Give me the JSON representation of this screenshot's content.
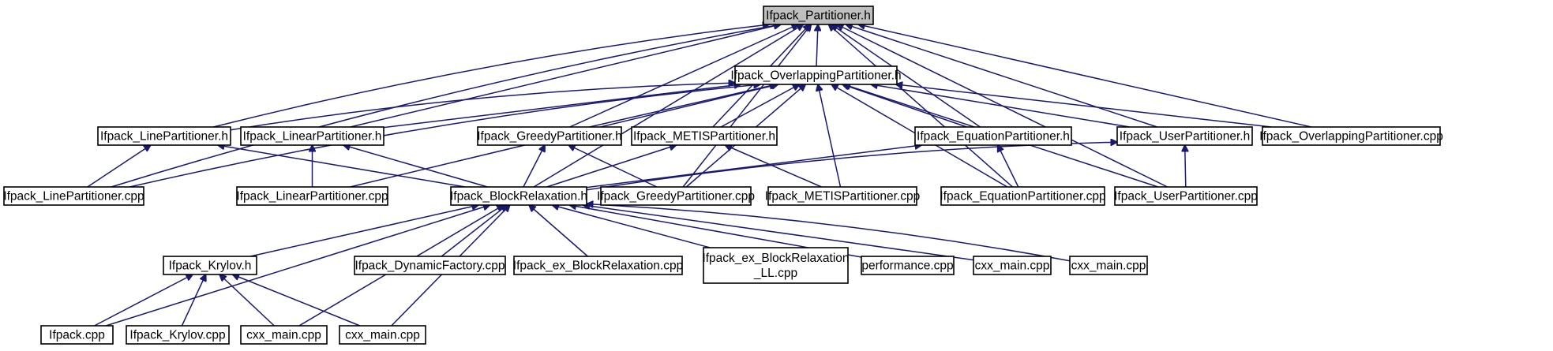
{
  "nodes": [
    {
      "id": "partitioner_h",
      "lines": [
        "Ifpack_Partitioner.h"
      ],
      "root": true
    },
    {
      "id": "overlapping_h",
      "lines": [
        "Ifpack_OverlappingPartitioner.h"
      ]
    },
    {
      "id": "line_h",
      "lines": [
        "Ifpack_LinePartitioner.h"
      ]
    },
    {
      "id": "linear_h",
      "lines": [
        "Ifpack_LinearPartitioner.h"
      ]
    },
    {
      "id": "greedy_h",
      "lines": [
        "Ifpack_GreedyPartitioner.h"
      ]
    },
    {
      "id": "metis_h",
      "lines": [
        "Ifpack_METISPartitioner.h"
      ]
    },
    {
      "id": "equation_h",
      "lines": [
        "Ifpack_EquationPartitioner.h"
      ]
    },
    {
      "id": "user_h",
      "lines": [
        "Ifpack_UserPartitioner.h"
      ]
    },
    {
      "id": "overlapping_cpp",
      "lines": [
        "Ifpack_OverlappingPartitioner.cpp"
      ]
    },
    {
      "id": "line_cpp",
      "lines": [
        "Ifpack_LinePartitioner.cpp"
      ]
    },
    {
      "id": "linear_cpp",
      "lines": [
        "Ifpack_LinearPartitioner.cpp"
      ]
    },
    {
      "id": "blockrelax_h",
      "lines": [
        "Ifpack_BlockRelaxation.h"
      ]
    },
    {
      "id": "greedy_cpp",
      "lines": [
        "Ifpack_GreedyPartitioner.cpp"
      ]
    },
    {
      "id": "metis_cpp",
      "lines": [
        "Ifpack_METISPartitioner.cpp"
      ]
    },
    {
      "id": "equation_cpp",
      "lines": [
        "Ifpack_EquationPartitioner.cpp"
      ]
    },
    {
      "id": "user_cpp",
      "lines": [
        "Ifpack_UserPartitioner.cpp"
      ]
    },
    {
      "id": "krylov_h",
      "lines": [
        "Ifpack_Krylov.h"
      ]
    },
    {
      "id": "dynfactory_cpp",
      "lines": [
        "Ifpack_DynamicFactory.cpp"
      ]
    },
    {
      "id": "ex_blockrelax_cpp",
      "lines": [
        "Ifpack_ex_BlockRelaxation.cpp"
      ]
    },
    {
      "id": "ex_blockrelax_ll_cpp",
      "lines": [
        "Ifpack_ex_BlockRelaxation",
        "_LL.cpp"
      ]
    },
    {
      "id": "performance_cpp",
      "lines": [
        "performance.cpp"
      ]
    },
    {
      "id": "cxx_main_a",
      "lines": [
        "cxx_main.cpp"
      ]
    },
    {
      "id": "cxx_main_b",
      "lines": [
        "cxx_main.cpp"
      ]
    },
    {
      "id": "ifpack_cpp",
      "lines": [
        "Ifpack.cpp"
      ]
    },
    {
      "id": "krylov_cpp",
      "lines": [
        "Ifpack_Krylov.cpp"
      ]
    },
    {
      "id": "cxx_main_c",
      "lines": [
        "cxx_main.cpp"
      ]
    },
    {
      "id": "cxx_main_d",
      "lines": [
        "cxx_main.cpp"
      ]
    }
  ],
  "edges": [
    [
      "overlapping_h",
      "partitioner_h"
    ],
    [
      "line_h",
      "partitioner_h"
    ],
    [
      "linear_h",
      "partitioner_h"
    ],
    [
      "greedy_h",
      "partitioner_h"
    ],
    [
      "metis_h",
      "partitioner_h"
    ],
    [
      "equation_h",
      "partitioner_h"
    ],
    [
      "user_h",
      "partitioner_h"
    ],
    [
      "overlapping_cpp",
      "partitioner_h"
    ],
    [
      "line_cpp",
      "partitioner_h"
    ],
    [
      "blockrelax_h",
      "partitioner_h"
    ],
    [
      "equation_cpp",
      "partitioner_h"
    ],
    [
      "user_cpp",
      "partitioner_h"
    ],
    [
      "greedy_cpp",
      "partitioner_h"
    ],
    [
      "line_h",
      "overlapping_h"
    ],
    [
      "linear_h",
      "overlapping_h"
    ],
    [
      "greedy_h",
      "overlapping_h"
    ],
    [
      "metis_h",
      "overlapping_h"
    ],
    [
      "equation_h",
      "overlapping_h"
    ],
    [
      "user_h",
      "overlapping_h"
    ],
    [
      "overlapping_cpp",
      "overlapping_h"
    ],
    [
      "line_cpp",
      "overlapping_h"
    ],
    [
      "linear_cpp",
      "overlapping_h"
    ],
    [
      "greedy_cpp",
      "overlapping_h"
    ],
    [
      "metis_cpp",
      "overlapping_h"
    ],
    [
      "equation_cpp",
      "overlapping_h"
    ],
    [
      "user_cpp",
      "overlapping_h"
    ],
    [
      "line_cpp",
      "line_h"
    ],
    [
      "blockrelax_h",
      "line_h"
    ],
    [
      "linear_cpp",
      "linear_h"
    ],
    [
      "blockrelax_h",
      "linear_h"
    ],
    [
      "blockrelax_h",
      "greedy_h"
    ],
    [
      "greedy_cpp",
      "greedy_h"
    ],
    [
      "blockrelax_h",
      "metis_h"
    ],
    [
      "metis_cpp",
      "metis_h"
    ],
    [
      "blockrelax_h",
      "equation_h"
    ],
    [
      "equation_cpp",
      "equation_h"
    ],
    [
      "blockrelax_h",
      "user_h"
    ],
    [
      "user_cpp",
      "user_h"
    ],
    [
      "krylov_h",
      "blockrelax_h"
    ],
    [
      "dynfactory_cpp",
      "blockrelax_h"
    ],
    [
      "ex_blockrelax_cpp",
      "blockrelax_h"
    ],
    [
      "ex_blockrelax_ll_cpp",
      "blockrelax_h"
    ],
    [
      "performance_cpp",
      "blockrelax_h"
    ],
    [
      "cxx_main_a",
      "blockrelax_h"
    ],
    [
      "cxx_main_b",
      "blockrelax_h"
    ],
    [
      "ifpack_cpp",
      "blockrelax_h"
    ],
    [
      "cxx_main_c",
      "blockrelax_h"
    ],
    [
      "cxx_main_d",
      "blockrelax_h"
    ],
    [
      "ifpack_cpp",
      "krylov_h"
    ],
    [
      "krylov_cpp",
      "krylov_h"
    ],
    [
      "cxx_main_c",
      "krylov_h"
    ],
    [
      "cxx_main_d",
      "krylov_h"
    ]
  ],
  "colors": {
    "edge": "#191970",
    "root_fill": "#bfbfbf",
    "node_fill": "#ffffff",
    "border": "#000000"
  }
}
